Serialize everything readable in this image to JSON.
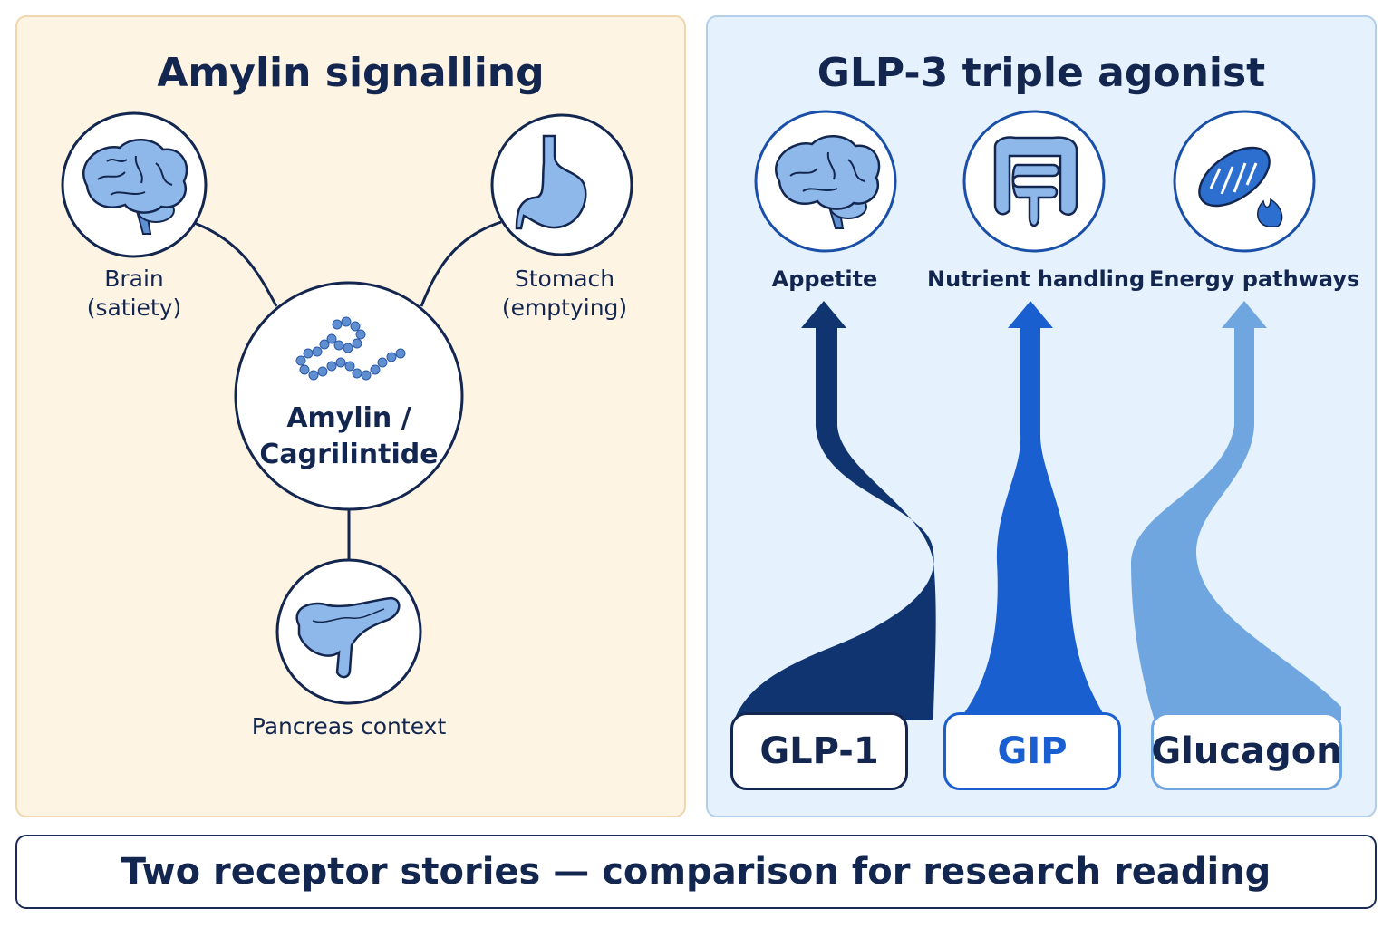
{
  "colors": {
    "navy": "#13264f",
    "amylin_panel_bg": "#fdf4e3",
    "glp3_panel_bg": "#e5f1fc",
    "icon_blue": "#8fb8ea",
    "glp1_stream": "#0f3470",
    "gip_stream": "#1a5fd0",
    "glucagon_stream": "#6fa6e0"
  },
  "left_panel": {
    "title": "Amylin signalling",
    "center": {
      "label": "Amylin / Cagrilintide",
      "line1": "Amylin /",
      "line2": "Cagrilintide",
      "icon": "peptide-chain-icon"
    },
    "nodes": [
      {
        "line1": "Brain",
        "line2": "(satiety)",
        "icon": "brain-icon"
      },
      {
        "line1": "Stomach",
        "line2": "(emptying)",
        "icon": "stomach-icon"
      },
      {
        "line1": "Pancreas context",
        "icon": "pancreas-icon"
      }
    ]
  },
  "right_panel": {
    "title": "GLP-3 triple agonist",
    "targets": [
      {
        "label": "Appetite",
        "icon": "brain-icon"
      },
      {
        "label": "Nutrient handling",
        "icon": "intestine-icon"
      },
      {
        "label": "Energy pathways",
        "icon": "mitochondria-flame-icon"
      }
    ],
    "receptors": [
      {
        "label": "GLP-1",
        "color": "#0f3470"
      },
      {
        "label": "GIP",
        "color": "#1a5fd0"
      },
      {
        "label": "Glucagon",
        "color": "#6fa6e0"
      }
    ]
  },
  "footer": {
    "caption": "Two receptor stories — comparison for research reading"
  }
}
